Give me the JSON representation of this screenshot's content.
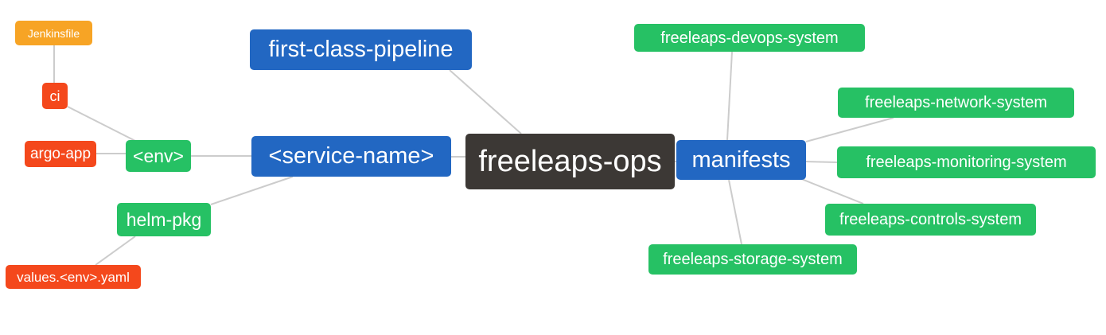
{
  "diagram": {
    "type": "mindmap",
    "root_label": "freeleaps-ops"
  },
  "palette": {
    "orange": "#F7A425",
    "red": "#F4481C",
    "green": "#26C164",
    "blue": "#2267C2",
    "dark": "#3C3835",
    "edge": "#CCCCCC",
    "node_text": "#FFFFFF",
    "background": "#FFFFFF"
  },
  "nodes": [
    {
      "id": "jenkinsfile",
      "label": "Jenkinsfile",
      "color": "orange"
    },
    {
      "id": "ci",
      "label": "ci",
      "color": "red"
    },
    {
      "id": "argo-app",
      "label": "argo-app",
      "color": "red"
    },
    {
      "id": "env",
      "label": "<env>",
      "color": "green"
    },
    {
      "id": "helm-pkg",
      "label": "helm-pkg",
      "color": "green"
    },
    {
      "id": "values-env-yaml",
      "label": "values.<env>.yaml",
      "color": "red"
    },
    {
      "id": "first-class-pipeline",
      "label": "first-class-pipeline",
      "color": "blue"
    },
    {
      "id": "service-name",
      "label": "<service-name>",
      "color": "blue"
    },
    {
      "id": "freeleaps-ops",
      "label": "freeleaps-ops",
      "color": "dark"
    },
    {
      "id": "manifests",
      "label": "manifests",
      "color": "blue"
    },
    {
      "id": "freeleaps-devops-system",
      "label": "freeleaps-devops-system",
      "color": "green"
    },
    {
      "id": "freeleaps-network-system",
      "label": "freeleaps-network-system",
      "color": "green"
    },
    {
      "id": "freeleaps-monitoring-system",
      "label": "freeleaps-monitoring-system",
      "color": "green"
    },
    {
      "id": "freeleaps-controls-system",
      "label": "freeleaps-controls-system",
      "color": "green"
    },
    {
      "id": "freeleaps-storage-system",
      "label": "freeleaps-storage-system",
      "color": "green"
    }
  ],
  "edges": [
    {
      "from": "Jenkinsfile",
      "to": "ci"
    },
    {
      "from": "ci",
      "to": "<env>"
    },
    {
      "from": "argo-app",
      "to": "<env>"
    },
    {
      "from": "<env>",
      "to": "<service-name>"
    },
    {
      "from": "helm-pkg",
      "to": "<service-name>"
    },
    {
      "from": "values.<env>.yaml",
      "to": "helm-pkg"
    },
    {
      "from": "first-class-pipeline",
      "to": "freeleaps-ops"
    },
    {
      "from": "<service-name>",
      "to": "freeleaps-ops"
    },
    {
      "from": "manifests",
      "to": "freeleaps-ops"
    },
    {
      "from": "freeleaps-devops-system",
      "to": "manifests"
    },
    {
      "from": "freeleaps-network-system",
      "to": "manifests"
    },
    {
      "from": "freeleaps-monitoring-system",
      "to": "manifests"
    },
    {
      "from": "freeleaps-controls-system",
      "to": "manifests"
    },
    {
      "from": "freeleaps-storage-system",
      "to": "manifests"
    }
  ]
}
